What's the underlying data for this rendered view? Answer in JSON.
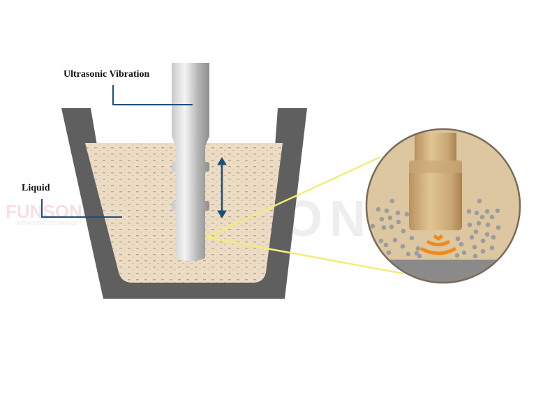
{
  "labels": {
    "vibration": "Ultrasonic Vibration",
    "liquid": "Liquid"
  },
  "watermark": {
    "brand": "FUNSONIC",
    "tagline": "ULTRASONIC TECHNOLOGY"
  },
  "colors": {
    "crucible": "#5f5f5f",
    "liquid": "#ecdcc4",
    "leader_line": "#1f4e79",
    "arrow": "#1f4e79",
    "zoom_lines": "#f3ec7a",
    "waves": "#f08a1c",
    "particles": "#9c9ca0"
  }
}
